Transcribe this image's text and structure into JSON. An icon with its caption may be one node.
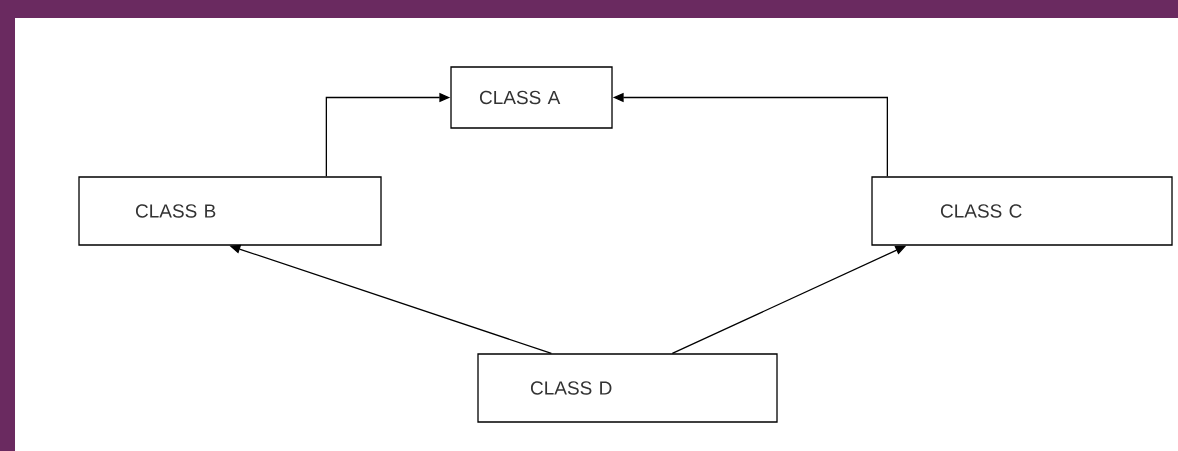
{
  "diagram": {
    "nodes": [
      {
        "text": [
          "CLASS A"
        ]
      },
      {
        "text": [
          "CLASS B"
        ]
      },
      {
        "text": [
          "CLASS C"
        ]
      },
      {
        "text": [
          "CLASS D"
        ]
      }
    ],
    "edges": [
      {
        "from": 1,
        "to": 0,
        "arrow": "to"
      },
      {
        "from": 2,
        "to": 0,
        "arrow": "to"
      },
      {
        "from": 3,
        "to": 1,
        "arrow": "to"
      },
      {
        "from": 3,
        "to": 2,
        "arrow": "to"
      }
    ]
  }
}
